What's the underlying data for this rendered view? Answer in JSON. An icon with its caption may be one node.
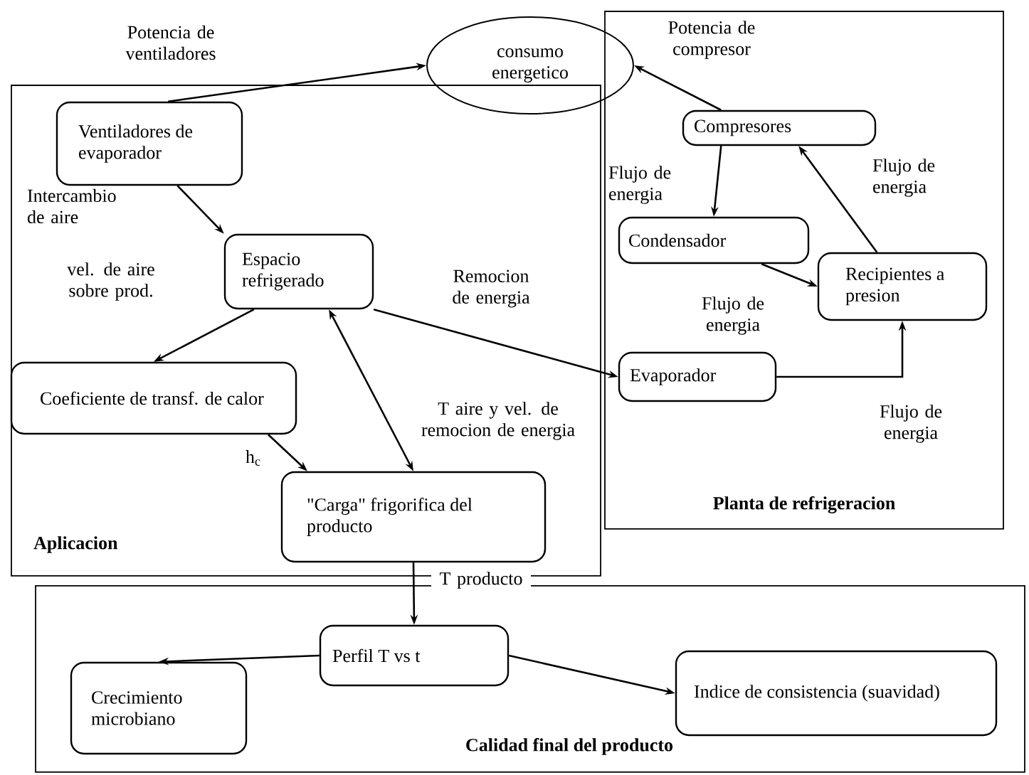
{
  "diagram": {
    "nodes": [
      {
        "text": [
          "consumo energetico"
        ]
      },
      {
        "text": [
          "Aplicacion"
        ]
      },
      {
        "text": [
          "Ventiladores de evaporador"
        ],
        "in": 1
      },
      {
        "text": [
          "Espacio refrigerado"
        ],
        "in": 1
      },
      {
        "text": [
          "Coeficiente de transf. de calor"
        ],
        "in": 1
      },
      {
        "text": [
          "\"Carga\" frigorifica del producto"
        ],
        "in": 1
      },
      {
        "text": [
          "Planta de refrigeracion"
        ]
      },
      {
        "text": [
          "Compresores"
        ],
        "in": 6
      },
      {
        "text": [
          "Condensador"
        ],
        "in": 6
      },
      {
        "text": [
          "Recipientes a presion"
        ],
        "in": 6
      },
      {
        "text": [
          "Evaporador"
        ],
        "in": 6
      },
      {
        "text": [
          "Calidad final del producto"
        ]
      },
      {
        "text": [
          "Perfil T vs t"
        ],
        "in": 11
      },
      {
        "text": [
          "Crecimiento microbiano"
        ],
        "in": 11
      },
      {
        "text": [
          "Indice de consistencia (suavidad)"
        ],
        "in": 11
      }
    ],
    "edges": [
      {
        "from": 2,
        "to": 0,
        "arrow": "to",
        "label": "Potencia de ventiladores"
      },
      {
        "from": 7,
        "to": 0,
        "arrow": "to",
        "label": "Potencia de compresor"
      },
      {
        "from": 2,
        "to": 3,
        "arrow": "to",
        "label": "Intercambio de aire"
      },
      {
        "from": 3,
        "to": 4,
        "arrow": "to",
        "label": "vel. de aire sobre prod."
      },
      {
        "from": 4,
        "to": 5,
        "arrow": "to",
        "label": "h$_{c}$"
      },
      {
        "from": 5,
        "to": 3,
        "arrow": "both",
        "label": "T aire y vel. de remocion de energia"
      },
      {
        "from": 3,
        "to": 10,
        "arrow": "to",
        "label": "Remocion de energia"
      },
      {
        "from": 7,
        "to": 8,
        "arrow": "to",
        "label": "Flujo de energia"
      },
      {
        "from": 8,
        "to": 9,
        "arrow": "to",
        "label": "Flujo de energia"
      },
      {
        "from": 9,
        "to": 7,
        "arrow": "to",
        "label": "Flujo de energia"
      },
      {
        "from": 10,
        "to": 9,
        "arrow": "to",
        "label": "Flujo de energia"
      },
      {
        "from": 5,
        "to": 12,
        "arrow": "to",
        "label": "T producto"
      },
      {
        "from": 12,
        "to": 13,
        "arrow": "to"
      },
      {
        "from": 12,
        "to": 14,
        "arrow": "to"
      }
    ]
  }
}
